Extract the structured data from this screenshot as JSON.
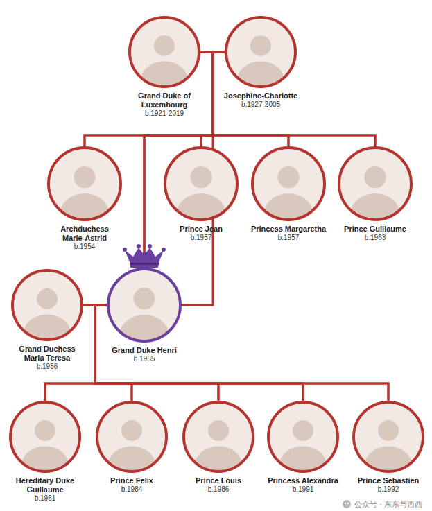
{
  "diagram": {
    "nodes": [
      {
        "text": [
          "Grand Duke of Luxembourg",
          "b.1921-2019"
        ]
      },
      {
        "text": [
          "Josephine-Charlotte",
          "b.1927-2005"
        ]
      },
      {
        "text": [
          "Archduchess Marie-Astrid",
          "b.1954"
        ]
      },
      {
        "text": [
          "Prince Jean",
          "b.1957"
        ]
      },
      {
        "text": [
          "Princess Margaretha",
          "b.1957"
        ]
      },
      {
        "text": [
          "Prince Guillaume",
          "b.1963"
        ]
      },
      {
        "text": [
          "Grand Duchess Maria Teresa",
          "b.1956"
        ]
      },
      {
        "text": [
          "Grand Duke Henri",
          "b.1955"
        ]
      },
      {
        "text": [
          "Hereditary Duke Guillaume",
          "b.1981"
        ]
      },
      {
        "text": [
          "Prince Felix",
          "b.1984"
        ]
      },
      {
        "text": [
          "Prince Louis",
          "b.1986"
        ]
      },
      {
        "text": [
          "Princess Alexandra",
          "b.1991"
        ]
      },
      {
        "text": [
          "Prince Sebastien",
          "b.1992"
        ]
      }
    ],
    "edges": [
      {
        "from": 0,
        "to": 1,
        "arrow": "none"
      },
      {
        "from": 0,
        "to": 2,
        "arrow": "none"
      },
      {
        "from": 0,
        "to": 3,
        "arrow": "none"
      },
      {
        "from": 0,
        "to": 4,
        "arrow": "none"
      },
      {
        "from": 0,
        "to": 5,
        "arrow": "none"
      },
      {
        "from": 0,
        "to": 7,
        "arrow": "none"
      },
      {
        "from": 1,
        "to": 2,
        "arrow": "none"
      },
      {
        "from": 1,
        "to": 3,
        "arrow": "none"
      },
      {
        "from": 1,
        "to": 4,
        "arrow": "none"
      },
      {
        "from": 1,
        "to": 5,
        "arrow": "none"
      },
      {
        "from": 1,
        "to": 7,
        "arrow": "none"
      },
      {
        "from": 6,
        "to": 7,
        "arrow": "none"
      },
      {
        "from": 6,
        "to": 8,
        "arrow": "none"
      },
      {
        "from": 6,
        "to": 9,
        "arrow": "none"
      },
      {
        "from": 6,
        "to": 10,
        "arrow": "none"
      },
      {
        "from": 6,
        "to": 11,
        "arrow": "none"
      },
      {
        "from": 6,
        "to": 12,
        "arrow": "none"
      },
      {
        "from": 7,
        "to": 8,
        "arrow": "none"
      },
      {
        "from": 7,
        "to": 9,
        "arrow": "none"
      },
      {
        "from": 7,
        "to": 10,
        "arrow": "none"
      },
      {
        "from": 7,
        "to": 11,
        "arrow": "none"
      },
      {
        "from": 7,
        "to": 12,
        "arrow": "none"
      }
    ],
    "labels": [
      "公众号 · 东东与西西"
    ]
  }
}
